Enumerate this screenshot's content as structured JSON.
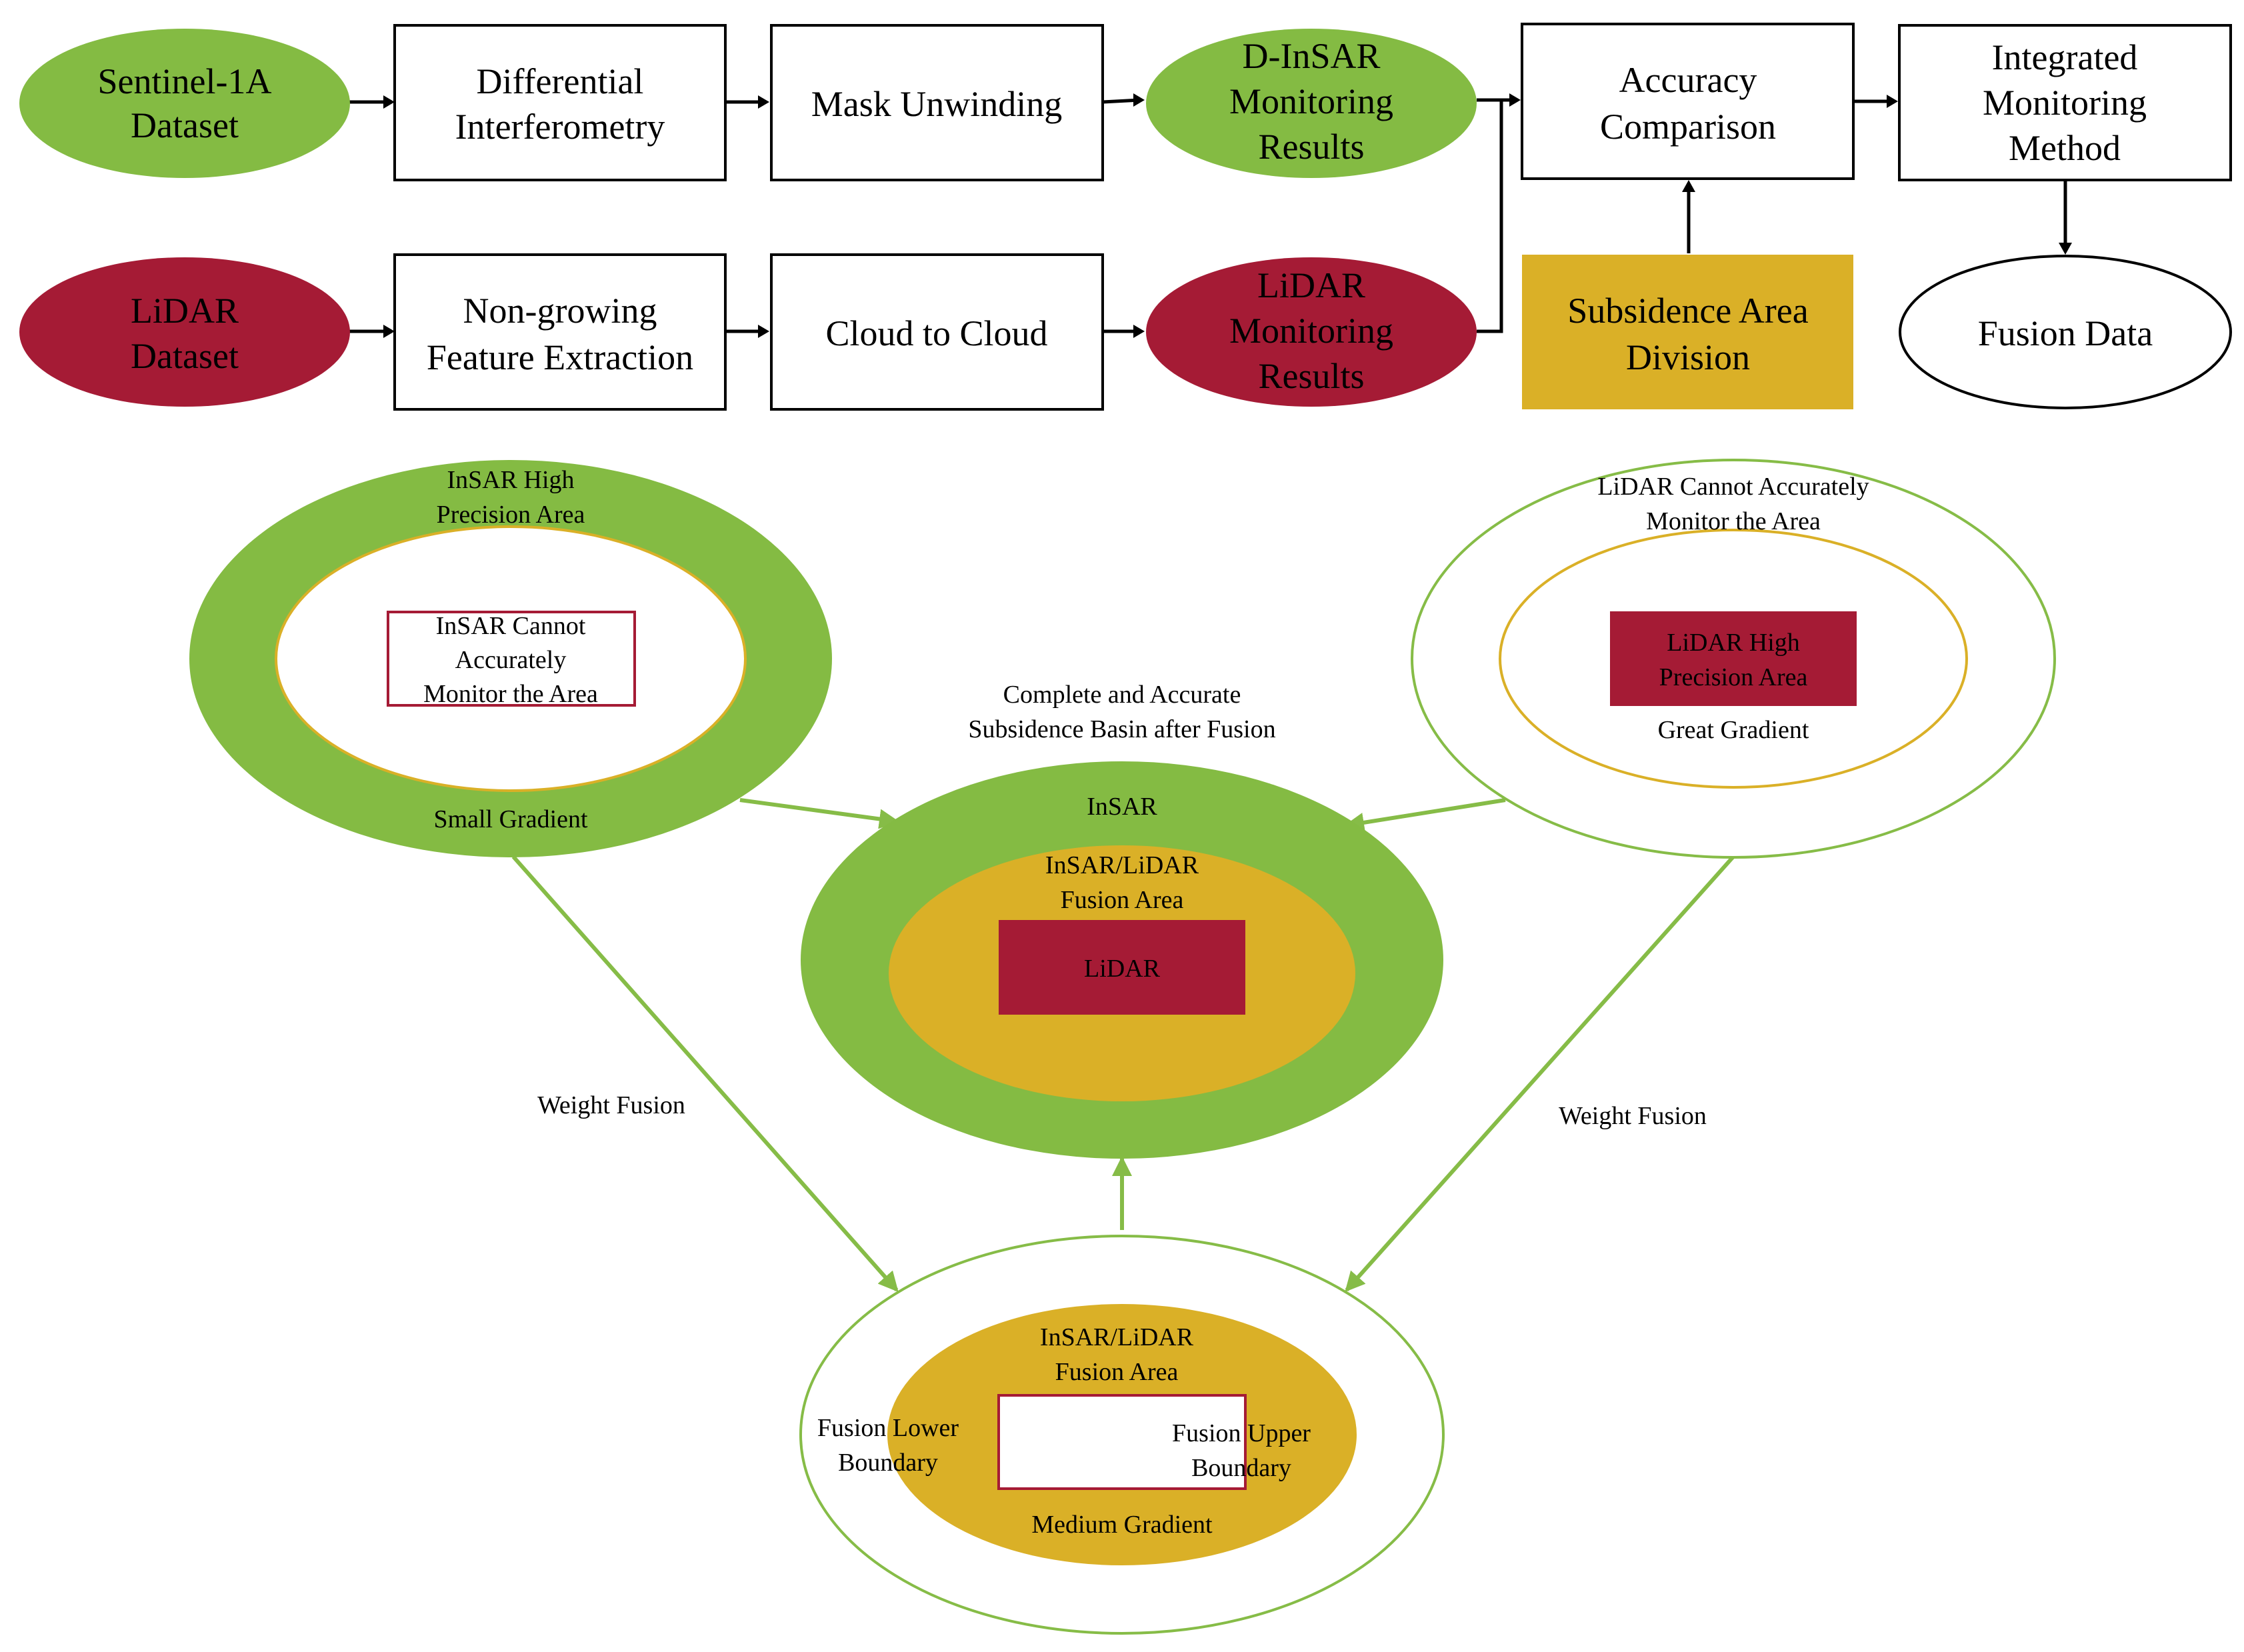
{
  "colors": {
    "green": "#84bb43",
    "red": "#a51b35",
    "gold": "#dab027",
    "black": "#000000",
    "white": "#ffffff",
    "line_green": "#86bc47"
  },
  "flowchart": {
    "sentinel": [
      "Sentinel-1A",
      "Dataset"
    ],
    "diff_interf": [
      "Differential",
      "Interferometry"
    ],
    "mask_unwinding": [
      "Mask Unwinding"
    ],
    "dinsar_results": [
      "D-InSAR",
      "Monitoring",
      "Results"
    ],
    "accuracy": [
      "Accuracy",
      "Comparison"
    ],
    "integrated": [
      "Integrated",
      "Monitoring",
      "Method"
    ],
    "lidar_dataset": [
      "LiDAR",
      "Dataset"
    ],
    "nongrowing": [
      "Non-growing",
      "Feature Extraction"
    ],
    "cloud": [
      "Cloud to Cloud"
    ],
    "lidar_results": [
      "LiDAR",
      "Monitoring",
      "Results"
    ],
    "subsidence_div": [
      "Subsidence Area",
      "Division"
    ],
    "fusion_data": [
      "Fusion Data"
    ]
  },
  "fusion": {
    "insar_high": [
      "InSAR High",
      "Precision Area"
    ],
    "insar_cannot": [
      "InSAR Cannot",
      "Accurately",
      "Monitor the Area"
    ],
    "small_gradient": "Small Gradient",
    "lidar_cannot": [
      "LiDAR  Cannot Accurately",
      "Monitor the Area"
    ],
    "lidar_high": [
      "LiDAR  High",
      "Precision Area"
    ],
    "great_gradient": "Great Gradient",
    "complete_basin": [
      "Complete and Accurate",
      "Subsidence Basin after Fusion"
    ],
    "center_insar": "InSAR",
    "center_fusion": [
      "InSAR/LiDAR",
      "Fusion Area"
    ],
    "center_lidar": "LiDAR",
    "weight_fusion_left": "Weight Fusion",
    "weight_fusion_right": "Weight Fusion",
    "bottom_fusion": [
      "InSAR/LiDAR",
      "Fusion Area"
    ],
    "lower_boundary": [
      "Fusion Lower",
      "Boundary"
    ],
    "upper_boundary": [
      "Fusion Upper",
      "Boundary"
    ],
    "medium_gradient": "Medium Gradient"
  }
}
